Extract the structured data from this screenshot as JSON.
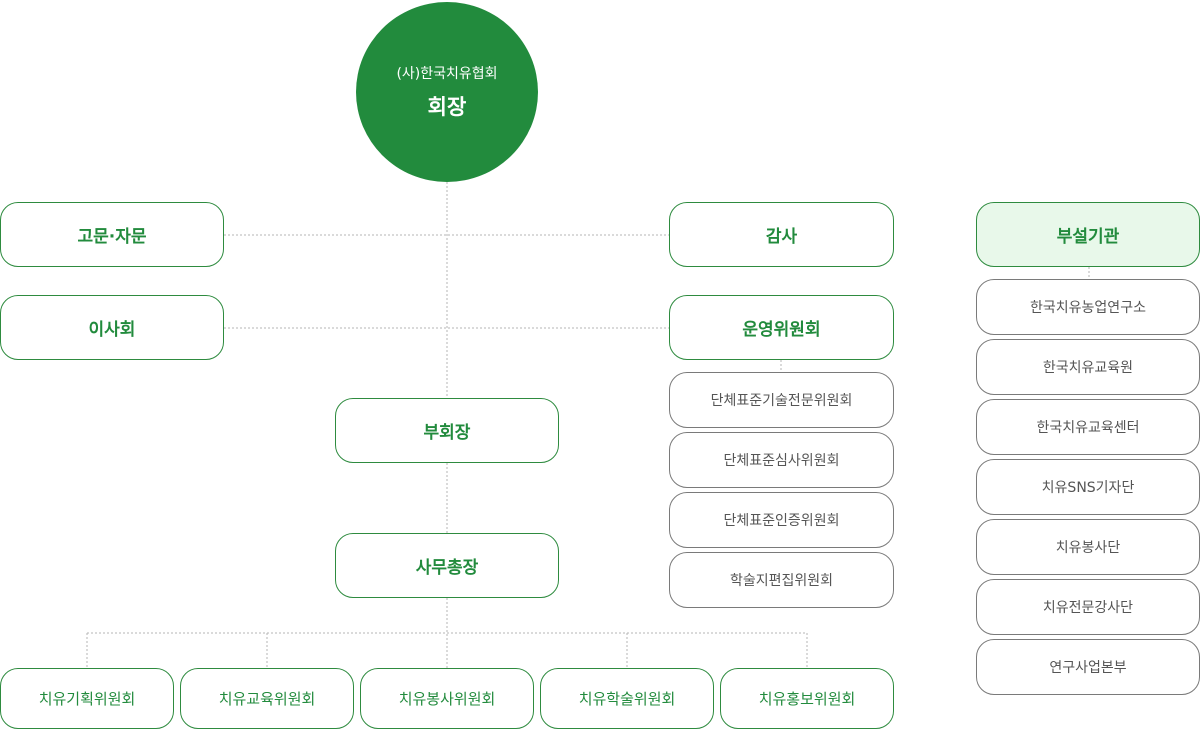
{
  "top": {
    "org": "(사)한국치유협회",
    "title": "회장"
  },
  "left": {
    "advisor": "고문·자문",
    "board": "이사회"
  },
  "right": {
    "audit": "감사",
    "operating": "운영위원회"
  },
  "center": {
    "vice": "부회장",
    "secretary": "사무총장"
  },
  "subcommittees": [
    "단체표준기술전문위원회",
    "단체표준심사위원회",
    "단체표준인증위원회",
    "학술지편집위원회"
  ],
  "committees": [
    "치유기획위원회",
    "치유교육위원회",
    "치유봉사위원회",
    "치유학술위원회",
    "치유홍보위원회"
  ],
  "affiliates": {
    "header": "부설기관",
    "items": [
      "한국치유농업연구소",
      "한국치유교육원",
      "한국치유교육센터",
      "치유SNS기자단",
      "치유봉사단",
      "치유전문강사단",
      "연구사업본부"
    ]
  }
}
